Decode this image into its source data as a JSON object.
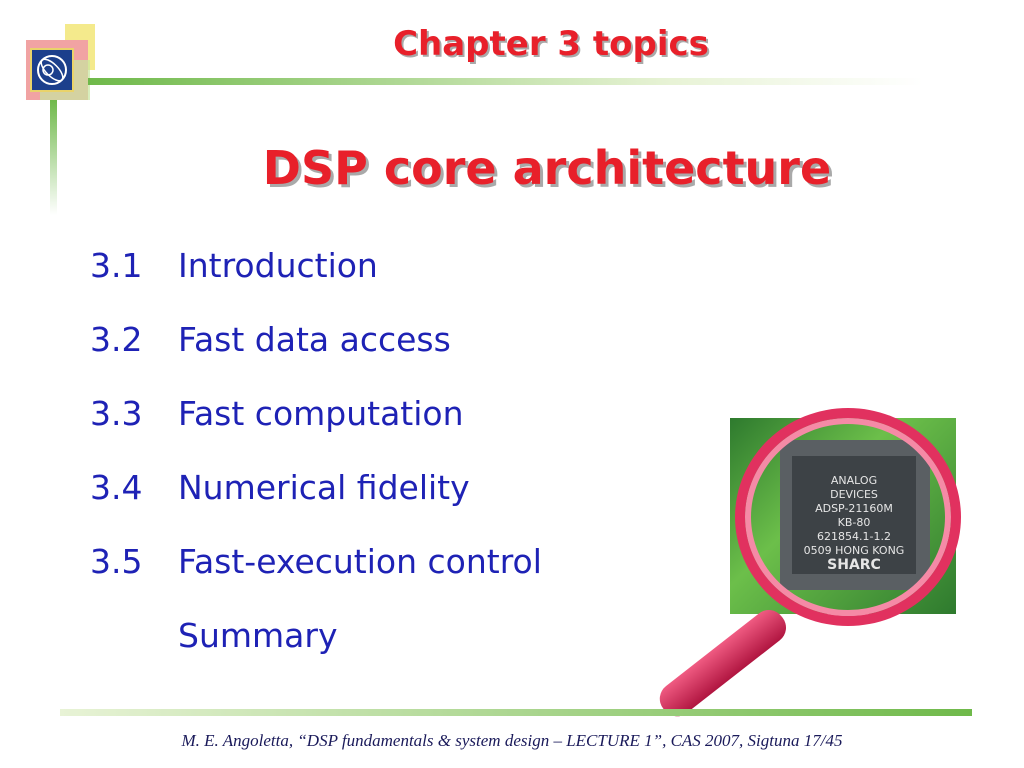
{
  "header": {
    "chapter_title": "Chapter 3 topics",
    "section_title": "DSP core architecture"
  },
  "topics": [
    {
      "number": "3.1",
      "label": "Introduction"
    },
    {
      "number": "3.2",
      "label": "Fast data access"
    },
    {
      "number": "3.3",
      "label": "Fast computation"
    },
    {
      "number": "3.4",
      "label": "Numerical fidelity"
    },
    {
      "number": "3.5",
      "label": "Fast-execution control"
    },
    {
      "number": "",
      "label": "Summary"
    }
  ],
  "chip": {
    "line1": "ANALOG",
    "line2": "DEVICES",
    "line3": "ADSP-21160M",
    "line4": "KB-80",
    "line5": "621854.1-1.2",
    "line6": "0509 HONG KONG",
    "line7": "SHARC"
  },
  "icons": {
    "logo": "cern-logo-icon",
    "magnifier": "magnifying-glass-icon"
  },
  "colors": {
    "title": "#e8202a",
    "topic_text": "#1e22b5",
    "accent_rule": "#6fb94a"
  },
  "footer": {
    "text": "M. E. Angoletta, “DSP fundamentals & system design – LECTURE 1”, CAS 2007, Sigtuna   17/45"
  }
}
